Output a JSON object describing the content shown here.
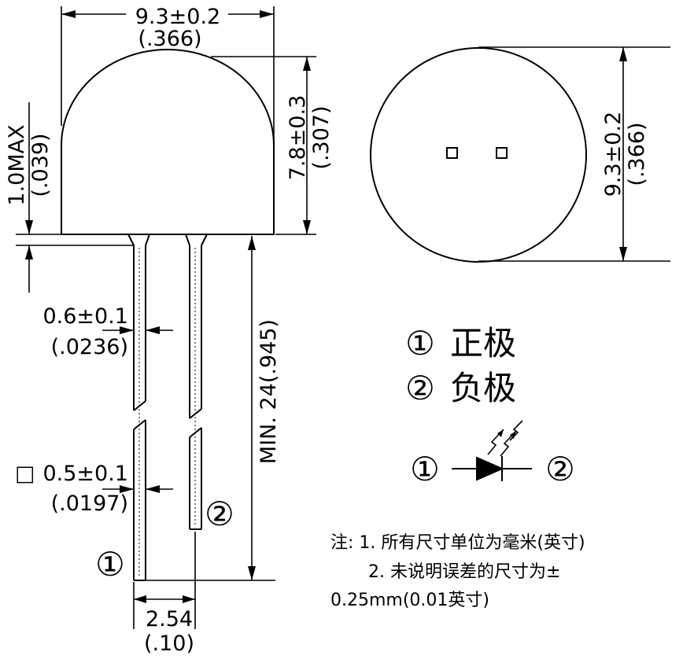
{
  "side_view": {
    "width_dim": "9.3±0.2",
    "width_dim_in": "(.366)",
    "height_dim": "7.8±0.3",
    "height_dim_in": "(.307)",
    "flange_dim": "1.0MAX",
    "flange_dim_in": "(.039)",
    "lead_width_dim": "0.6±0.1",
    "lead_width_dim_in": "(.0236)",
    "lead_square_symbol": "□",
    "lead_square_dim": "0.5±0.1",
    "lead_square_dim_in": "(.0197)",
    "lead_length_dim": "MIN. 24(.945)",
    "pitch_dim": "2.54",
    "pitch_dim_in": "(.10)",
    "pin1_marker": "①",
    "pin2_marker": "②"
  },
  "top_view": {
    "diameter_dim": "9.3±0.2",
    "diameter_dim_in": "(.366)"
  },
  "legend": {
    "item1_marker": "①",
    "item1_label": "正极",
    "item2_marker": "②",
    "item2_label": "负极"
  },
  "symbol": {
    "left_marker": "①",
    "right_marker": "②"
  },
  "notes": {
    "line1": "注: 1. 所有尺寸单位为毫米(英寸)",
    "line2": "2. 未说明误差的尺寸为±",
    "line3": "0.25mm(0.01英寸)"
  }
}
